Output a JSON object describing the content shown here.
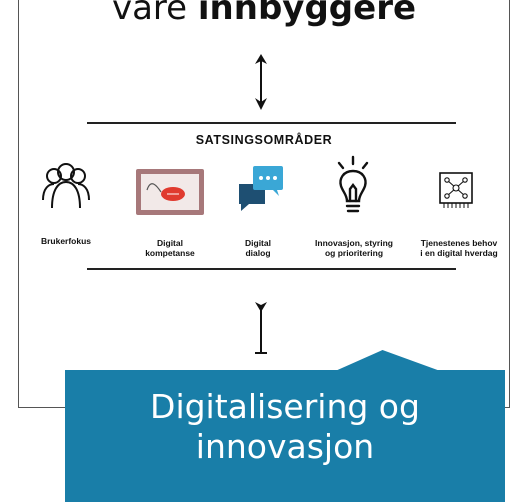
{
  "slide": {
    "heading_normal": "vare ",
    "heading_bold": "innbyggere",
    "section_title": "SATSINGSOMRÅDER",
    "areas": [
      {
        "label": "Brukerfokus",
        "icon": "people-group-icon"
      },
      {
        "label": "Digital\nkompetanse",
        "icon": "tablet-mouse-icon"
      },
      {
        "label": "Digital\ndialog",
        "icon": "chat-bubbles-icon"
      },
      {
        "label": "Innovasjon, styring\nog prioritering",
        "icon": "lightbulb-icon"
      },
      {
        "label": "Tjenestenes behov\ni en digital hverdag",
        "icon": "network-board-icon"
      }
    ]
  },
  "callout": {
    "line1": "Digitalisering og",
    "line2": "innovasjon"
  },
  "colors": {
    "callout_bg": "#197ea8",
    "tablet_frame": "#a7787a",
    "mouse_red": "#e03a2f",
    "chat_dark": "#1e4f72",
    "chat_light": "#3aa7d6"
  }
}
